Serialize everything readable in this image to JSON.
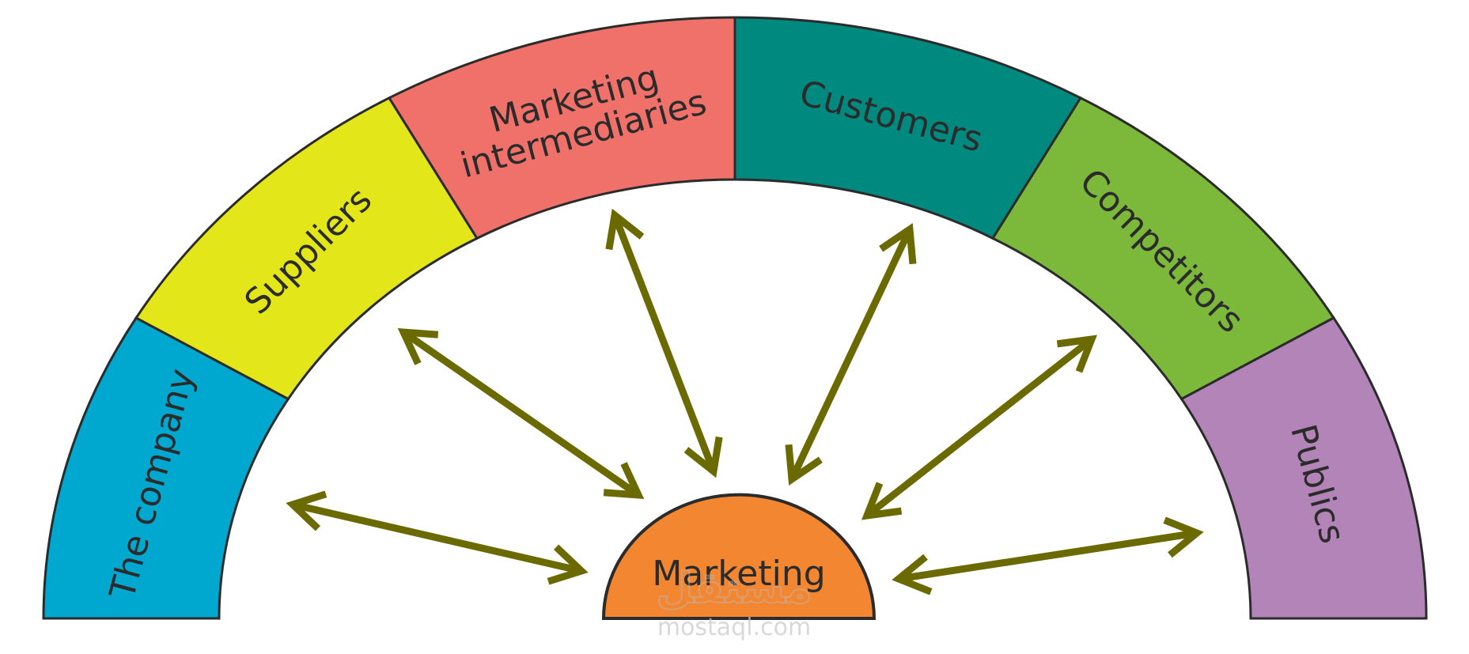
{
  "segments": [
    {
      "label": "The company",
      "color": "#00a7cf"
    },
    {
      "label": "Suppliers",
      "color": "#e3e619"
    },
    {
      "label": "Marketing intermediaries",
      "label_lines": [
        "Marketing",
        "intermediaries"
      ],
      "color": "#f0706a"
    },
    {
      "label": "Customers",
      "color": "#00897f"
    },
    {
      "label": "Competitors",
      "color": "#7cb83a"
    },
    {
      "label": "Publics",
      "color": "#b384b8"
    }
  ],
  "center": {
    "label": "Marketing",
    "color": "#f28631"
  },
  "arrow_color": "#6b6a00",
  "watermark": {
    "main": "مستقل",
    "sub": "mostaql.com"
  }
}
